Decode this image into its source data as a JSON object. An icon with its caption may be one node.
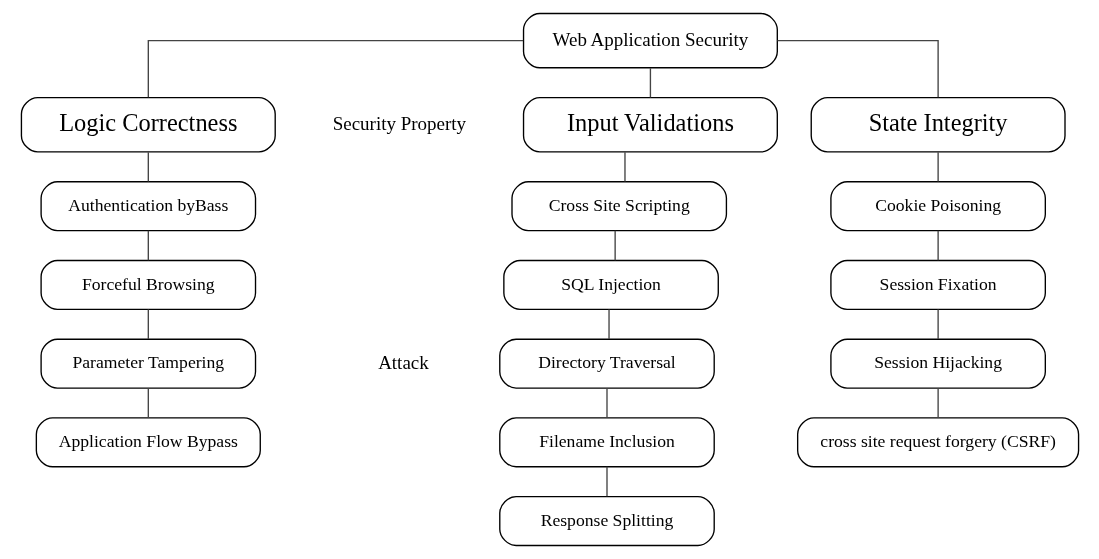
{
  "diagram": {
    "nodes": [
      {
        "text": [
          "Web Application Security"
        ]
      },
      {
        "text": [
          "Input Validations"
        ]
      },
      {
        "text": [
          "State Integrity"
        ]
      },
      {
        "text": [
          "Logic Correctness"
        ]
      },
      {
        "text": [
          "Cross Site Scripting"
        ]
      },
      {
        "text": [
          "SQL Injection"
        ]
      },
      {
        "text": [
          "Directory Traversal"
        ]
      },
      {
        "text": [
          "Filename Inclusion"
        ]
      },
      {
        "text": [
          "Response Splitting"
        ]
      },
      {
        "text": [
          "Cookie Poisoning"
        ]
      },
      {
        "text": [
          "Session Fixation"
        ]
      },
      {
        "text": [
          "Session Hijacking"
        ]
      },
      {
        "text": [
          "cross site request forgery (CSRF)"
        ]
      },
      {
        "text": [
          "Authentication byBass"
        ]
      },
      {
        "text": [
          "Forceful Browsing"
        ]
      },
      {
        "text": [
          "Parameter Tampering"
        ]
      },
      {
        "text": [
          "Application Flow Bypass"
        ]
      }
    ],
    "edges": [
      {
        "from": 0,
        "to": 1,
        "arrow": "none"
      },
      {
        "from": 0,
        "to": 2,
        "arrow": "none"
      },
      {
        "from": 0,
        "to": 3,
        "arrow": "none"
      },
      {
        "from": 1,
        "to": 4,
        "arrow": "none"
      },
      {
        "from": 4,
        "to": 5,
        "arrow": "none"
      },
      {
        "from": 5,
        "to": 6,
        "arrow": "none"
      },
      {
        "from": 6,
        "to": 7,
        "arrow": "none"
      },
      {
        "from": 7,
        "to": 8,
        "arrow": "none"
      },
      {
        "from": 2,
        "to": 9,
        "arrow": "none"
      },
      {
        "from": 9,
        "to": 10,
        "arrow": "none"
      },
      {
        "from": 10,
        "to": 11,
        "arrow": "none"
      },
      {
        "from": 11,
        "to": 12,
        "arrow": "none"
      },
      {
        "from": 3,
        "to": 13,
        "arrow": "none"
      },
      {
        "from": 13,
        "to": 14,
        "arrow": "none"
      },
      {
        "from": 14,
        "to": 15,
        "arrow": "none"
      },
      {
        "from": 15,
        "to": 16,
        "arrow": "none"
      }
    ],
    "labels": [
      "Security Property",
      "Attack"
    ]
  }
}
